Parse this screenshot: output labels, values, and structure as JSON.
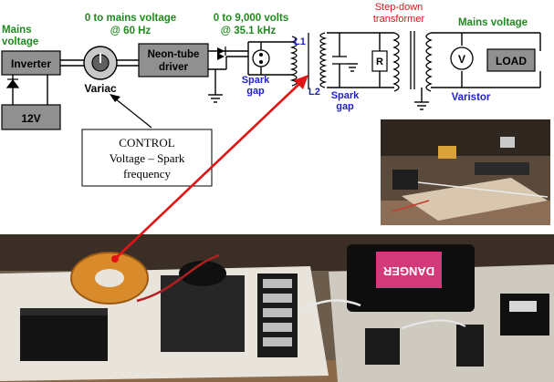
{
  "diagram": {
    "labels": {
      "mains_voltage_left": [
        "Mains",
        "voltage"
      ],
      "zero_to_mains": "0 to mains voltage",
      "at_60hz": "@ 60 Hz",
      "zero_to_9000": "0 to 9,000 volts",
      "at_35khz": "@ 35.1 kHz",
      "step_down": [
        "Step-down",
        "transformer"
      ],
      "mains_voltage_right": "Mains voltage",
      "spark_gap_1": [
        "Spark",
        "gap"
      ],
      "spark_gap_2": [
        "Spark",
        "gap"
      ],
      "varistor": "Varistor",
      "variac": "Variac",
      "l1": "L1",
      "l2": "L2"
    },
    "boxes": {
      "inverter": "Inverter",
      "neon_driver": [
        "Neon-tube",
        "driver"
      ],
      "battery": "12V",
      "load": "LOAD",
      "resistor": "R",
      "voltmeter": "V"
    },
    "control": {
      "title": "CONTROL",
      "line1": "Voltage – Spark",
      "line2": "frequency"
    },
    "colors": {
      "green_label": "#1f8a1f",
      "blue_label": "#1f1fd0",
      "red_label": "#d01a1a",
      "box_fill": "#909090",
      "arrow_red": "#e01414"
    },
    "photos": {
      "inset": "small apparatus photo",
      "main": "main apparatus photo"
    },
    "danger_sticker": "DANGER"
  }
}
